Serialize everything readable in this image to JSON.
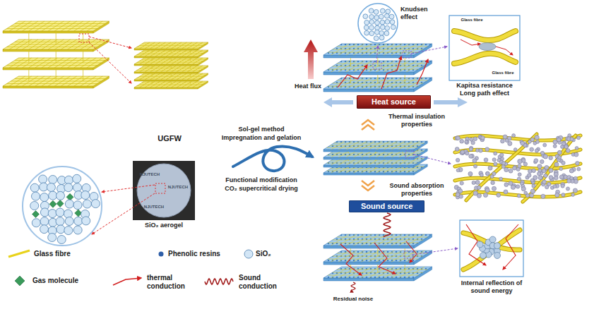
{
  "diagram": {
    "nodes": [
      {
        "text": [
          "UGFW"
        ]
      },
      {
        "text": [
          "SiO₂ aerogel"
        ]
      },
      {
        "text": [
          "Knudsen effect"
        ]
      },
      {
        "text": [
          "Kapitsa resistance Long path effect"
        ]
      },
      {
        "text": [
          "Heat source"
        ]
      },
      {
        "text": [
          "Sound source"
        ]
      },
      {
        "text": [
          "Internal reflection of sound energy"
        ]
      }
    ],
    "labels": [
      "Sol-gel method",
      "Impregnation and gelation",
      "Functional modification",
      "CO₂ supercritical drying",
      "Heat flux",
      "Thermal insulation properties",
      "Sound absorption properties",
      "Residual noise",
      "NJUTECH",
      "NJUTECH",
      "NJUTECH",
      "Glass fibre",
      "Glass fibre"
    ],
    "legend": [
      {
        "text": "Glass fibre"
      },
      {
        "text": "Phenolic resins",
        "color": "#2f5fa8"
      },
      {
        "text": "SiO₂"
      },
      {
        "text": "Gas molecule"
      },
      {
        "text": "thermal conduction"
      },
      {
        "text": "Sound conduction"
      }
    ]
  }
}
